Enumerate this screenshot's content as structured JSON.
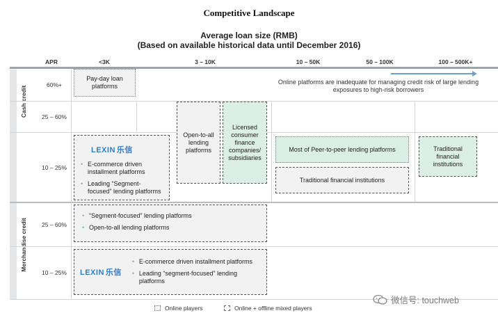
{
  "page_title": "Competitive Landscape",
  "chart": {
    "title_line1": "Average loan size (RMB)",
    "title_line2": "(Based on available historical data until December 2016)"
  },
  "columns": {
    "apr": "APR",
    "c1": "<3K",
    "c2": "3 – 10K",
    "c3": "10 – 50K",
    "c4": "50 – 100K",
    "c5": "100 – 500K+"
  },
  "row_groups": {
    "cash": "Cash credit",
    "merchandise": "Merchandise credit"
  },
  "rows": {
    "r1": "60%+",
    "r2": "25 – 60%",
    "r3": "10 – 25%",
    "r4": "25 – 60%",
    "r5": "10 – 25%"
  },
  "boxes": {
    "payday": "Pay-day loan platforms",
    "open_all": "Open-to-all lending platforms",
    "licensed": "Licensed consumer finance companies/ subsidiaries",
    "p2p": "Most of Peer-to-peer lending platforms",
    "trad_fin": "Traditional financial institutions",
    "trad_fin_right": "Traditional financial institutions",
    "lexin_box1": {
      "logo_en": "LEXIN",
      "logo_cn": "乐信",
      "items": [
        "E-commerce driven installment platforms",
        "Leading “Segment-focused” lending platforms"
      ]
    },
    "merch_mid": {
      "items": [
        "“Segment-focused” lending platforms",
        "Open-to-all lending platforms"
      ]
    },
    "lexin_box2": {
      "logo_en": "LEXIN",
      "logo_cn": "乐信",
      "items": [
        "E-commerce driven installment platforms",
        "Leading “segment-focused” lending platforms"
      ]
    }
  },
  "note": "Online platforms are inadequate for managing credit risk of large lending exposures to high-risk borrowers",
  "legend": {
    "online": "Online players",
    "mixed": "Online + offline mixed players"
  },
  "watermark": "微信号: touchweb"
}
